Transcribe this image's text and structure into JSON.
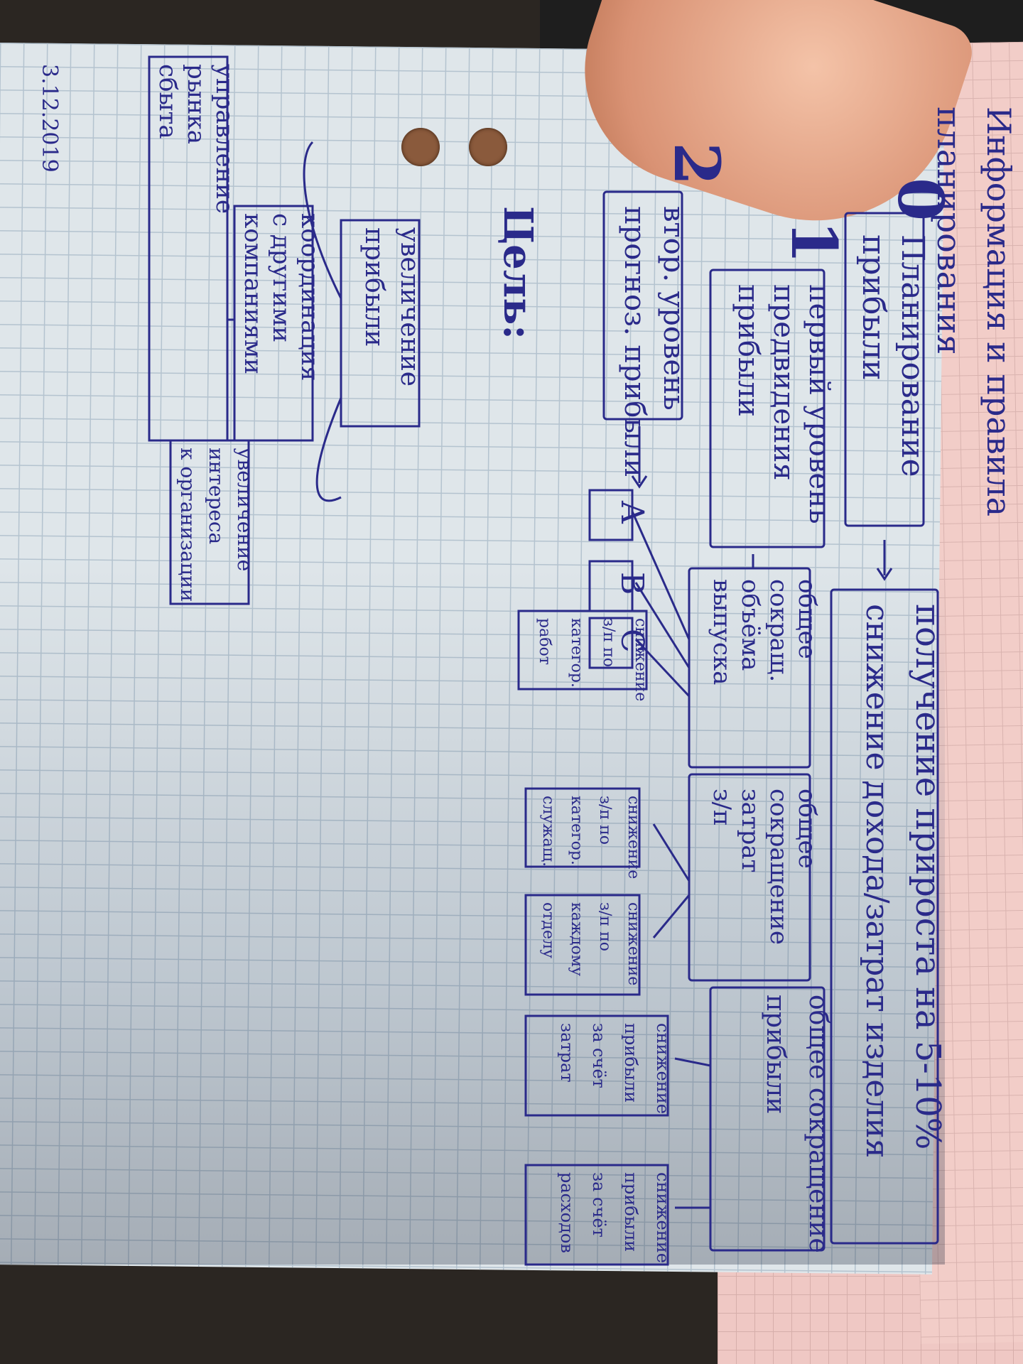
{
  "image": {
    "subject": "handwritten-diagram-photo",
    "ink_color": "#2a2a8a",
    "paper_color": "#dfe6ea",
    "colors": {
      "pink_sheet": "#f2cdc8",
      "hand": "#e0a487",
      "orange": "#f4a020"
    }
  },
  "page_note": "3.12.2019",
  "main": {
    "zero_num": "0",
    "zero_label_1": "Планирование",
    "zero_label_2": "прибыли",
    "goal_1": "получение прироста на 5-10%",
    "goal_2": "снижение дохода/затрат изделия",
    "level1_num": "1",
    "level1_1": "первый уровень",
    "level1_2": "предвидения",
    "level1_3": "прибыли",
    "level2_num": "2",
    "level2_1": "втор. уровень",
    "level2_2": "прогноз. прибыли",
    "box_a": "A",
    "box_b": "B",
    "box_c": "C",
    "node_general_1": "общее",
    "node_general_2": "сокращ.",
    "node_general_3": "объёма",
    "node_general_4": "выпуска",
    "node_costs_1": "общее",
    "node_costs_2": "сокращение",
    "node_costs_3": "затрат",
    "node_costs_4": "з/п",
    "node_profit_1": "общее сокращение",
    "node_profit_2": "прибыли",
    "sub1_1": "снижение",
    "sub1_2": "з/п по",
    "sub1_3": "категор.",
    "sub1_4": "работ",
    "sub2_1": "снижение",
    "sub2_2": "з/п по",
    "sub2_3": "категор.",
    "sub2_4": "служащ.",
    "sub3_1": "снижение",
    "sub3_2": "з/п по",
    "sub3_3": "каждому",
    "sub3_4": "отделу",
    "sub4_1": "снижение",
    "sub4_2": "прибыли",
    "sub4_3": "за счёт",
    "sub4_4": "затрат",
    "sub5_1": "снижение",
    "sub5_2": "прибыли",
    "sub5_3": "за счёт",
    "sub5_4": "расходов",
    "goals_title": "Цель:",
    "goal_box1_1": "увеличение",
    "goal_box1_2": "прибыли",
    "goal_box2_1": "координация",
    "goal_box2_2": "с другими",
    "goal_box2_3": "компаниями",
    "goal_box3_1": "увеличение",
    "goal_box3_2": "интереса",
    "goal_box3_3": "к организации",
    "goal_box4_1": "управление",
    "goal_box4_2": "рынка",
    "goal_box4_3": "сбыта"
  },
  "pink": {
    "line_1": "Информация и правила",
    "line_2": "планирования"
  }
}
